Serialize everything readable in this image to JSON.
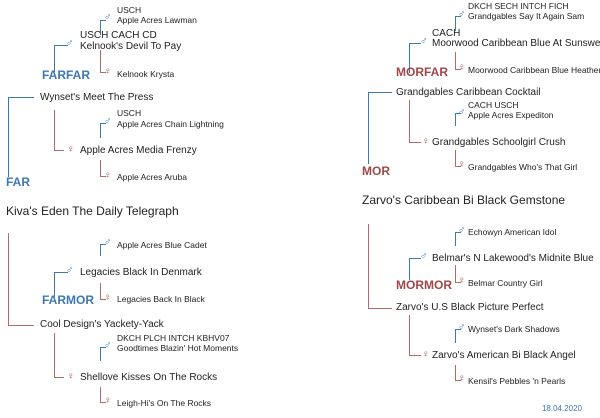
{
  "male_symbol": "♂",
  "female_symbol": "♀",
  "colors": {
    "male": "#3c78b4",
    "female": "#b46a6a"
  },
  "sire_side": {
    "label": "FAR",
    "subject": "Kiva's Eden The Daily Telegraph",
    "sire": "Wynset's Meet The Press",
    "farfar": {
      "label": "FARFAR",
      "name_title": "USCH CACH CD",
      "name": "Kelnook's Devil To Pay",
      "sire_title": "USCH",
      "sire": "Apple Acres Lawman",
      "dam": "Kelnook Krysta"
    },
    "farmor": {
      "name": "Apple Acres Media Frenzy",
      "sire_title": "USCH",
      "sire": "Apple Acres Chain Lightning",
      "dam": "Apple Acres Aruba"
    },
    "dam_label": "FARMOR",
    "dam_line": {
      "label": "FARMOR",
      "name": "Legacies Black In Denmark",
      "sire": "Apple Acres Blue Cadet",
      "dam": "Legacies Back In Black"
    },
    "dam": "Cool Design's Yackety-Yack",
    "dam_dam": {
      "name": "Shellove Kisses On The Rocks",
      "sire_title": "DKCH PLCH INTCH KBHV07",
      "sire": "Goodtimes Blazin' Hot Moments",
      "dam": "Leigh-Hi's On The Rocks"
    }
  },
  "dam_side": {
    "label": "MOR",
    "subject": "Zarvo's Caribbean Bi Black Gemstone",
    "morfar": {
      "label": "MORFAR",
      "name_title": "CACH",
      "name": "Moorwood Caribbean Blue At Sunsweet",
      "sire_title": "DKCH SECH INTCH FICH",
      "sire": "Grandgables Say It Again Sam",
      "dam": "Moorwood Caribbean Blue Heather"
    },
    "sire": "Grandgables Caribbean Cocktail",
    "sire_dam": {
      "name": "Grandgables Schoolgirl Crush",
      "sire_title": "CACH USCH",
      "sire": "Apple Acres Expediton",
      "dam": "Grandgables Who's That Girl"
    },
    "mormor": {
      "label": "MORMOR",
      "name": "Belmar's N Lakewood's Midnite Blue",
      "sire": "Echowyn American Idol",
      "dam": "Belmar Country Girl"
    },
    "dam": "Zarvo's U.S Black Picture Perfect",
    "dam_dam": {
      "name": "Zarvo's American Bi Black Angel",
      "sire": "Wynset's Dark Shadows",
      "dam": "Kensil's Pebbles 'n Pearls"
    }
  },
  "footer_date": "18.04.2020"
}
